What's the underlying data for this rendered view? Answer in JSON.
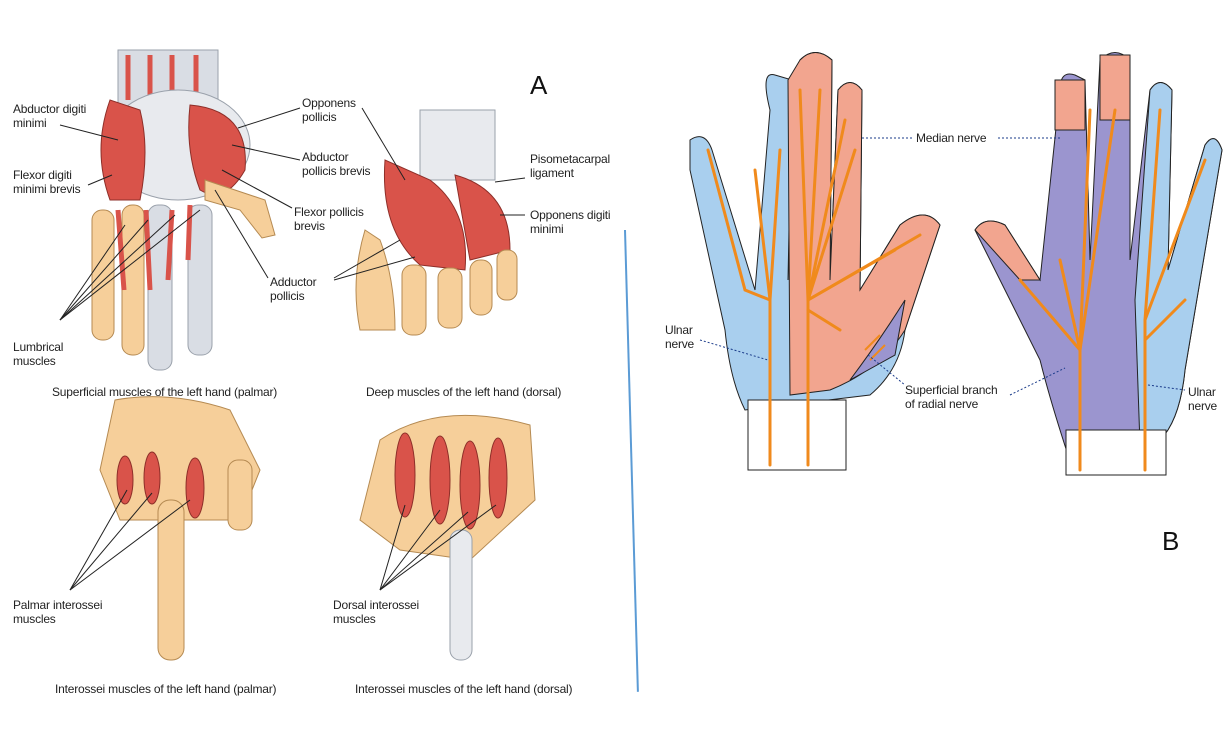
{
  "panel_a": {
    "letter": "A",
    "labels": {
      "abductor_digiti_minimi": "Abductor digiti\nminimi",
      "flexor_digiti_minimi_brevis": "Flexor digiti\nminimi brevis",
      "lumbrical_muscles": "Lumbrical\nmuscles",
      "opponens_pollicis": "Opponens\npollicis",
      "abductor_pollicis_brevis": "Abductor\npollicis brevis",
      "flexor_pollicis_brevis": "Flexor pollicis\nbrevis",
      "adductor_pollicis": "Adductor\npollicis",
      "pisometacarpal_ligament": "Pisometacarpal\nligament",
      "opponens_digiti_minimi": "Opponens digiti\nminimi",
      "palmar_interossei": "Palmar interossei\nmuscles",
      "dorsal_interossei": "Dorsal interossei\nmuscles"
    },
    "captions": {
      "superficial_palmar": "Superficial muscles of the left hand (palmar)",
      "deep_dorsal": "Deep muscles of the left hand (dorsal)",
      "interossei_palmar": "Interossei muscles of the left hand (palmar)",
      "interossei_dorsal": "Interossei muscles of the left hand (dorsal)"
    }
  },
  "panel_b": {
    "letter": "B",
    "labels": {
      "median_nerve": "Median nerve",
      "ulnar_nerve_left": "Ulnar\nnerve",
      "superficial_branch_radial": "Superficial branch\nof radial nerve",
      "ulnar_nerve_right": "Ulnar\nnerve"
    }
  },
  "colors": {
    "muscle": "#d9534a",
    "bone": "#f6cf9a",
    "tendon": "#d9dde4",
    "median_zone": "#f2a58f",
    "ulnar_zone": "#a9cfee",
    "radial_zone": "#9b95cf",
    "nerve": "#f08a1c",
    "divider": "#5b9bd5"
  }
}
